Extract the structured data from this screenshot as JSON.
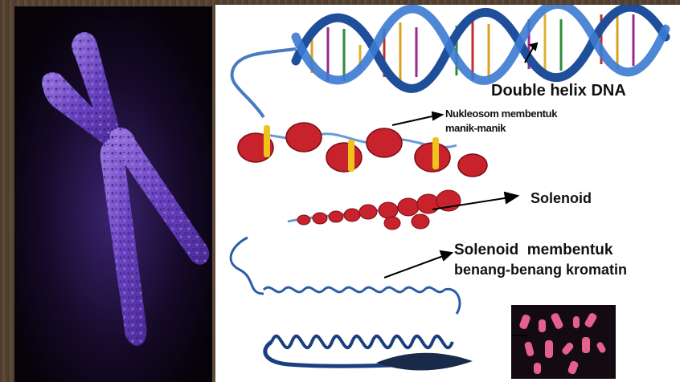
{
  "labels": {
    "double_helix": "Double helix DNA",
    "nucleosome_line1": "Nukleosom membentuk",
    "nucleosome_line2": "manik-manik",
    "solenoid": "Solenoid",
    "chromatin_line1": "Solenoid  membentuk",
    "chromatin_line2": "benang-benang kromatin"
  },
  "colors": {
    "background_wood": "#5a4634",
    "chromosome_purple": "#7a52c8",
    "helix_blue": "#1f4f9a",
    "nucleosome_red": "#c8222c",
    "histone_yellow": "#f2c21c",
    "karyotype_pink": "#e6608c"
  }
}
